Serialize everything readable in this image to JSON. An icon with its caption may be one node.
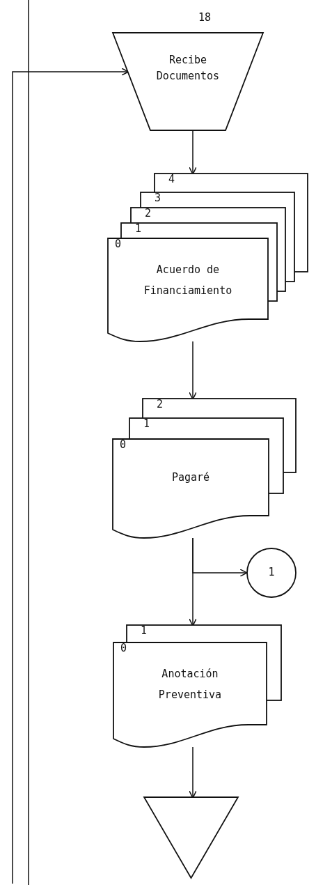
{
  "diagram": {
    "nodes": [
      {
        "text": [
          "Recibe Documentos"
        ]
      },
      {
        "text": [
          "4",
          "3",
          "2",
          "1",
          "0",
          "Acuerdo de Financiamiento"
        ]
      },
      {
        "text": [
          "2",
          "1",
          "0",
          "Pagaré"
        ]
      },
      {
        "text": [
          "1"
        ]
      },
      {
        "text": [
          "1",
          "0",
          "Anotación Preventiva"
        ]
      },
      {
        "text": [],
        "shape": "triangle"
      }
    ],
    "edges": [
      {
        "from": null,
        "to": 0,
        "arrow": "to"
      },
      {
        "from": 0,
        "to": 1,
        "arrow": "to"
      },
      {
        "from": 1,
        "to": 2,
        "arrow": "to"
      },
      {
        "from": 2,
        "to": 3,
        "arrow": "to"
      },
      {
        "from": 2,
        "to": 4,
        "arrow": "to"
      },
      {
        "from": 4,
        "to": 5,
        "arrow": "to"
      }
    ],
    "labels": [
      "18"
    ]
  }
}
